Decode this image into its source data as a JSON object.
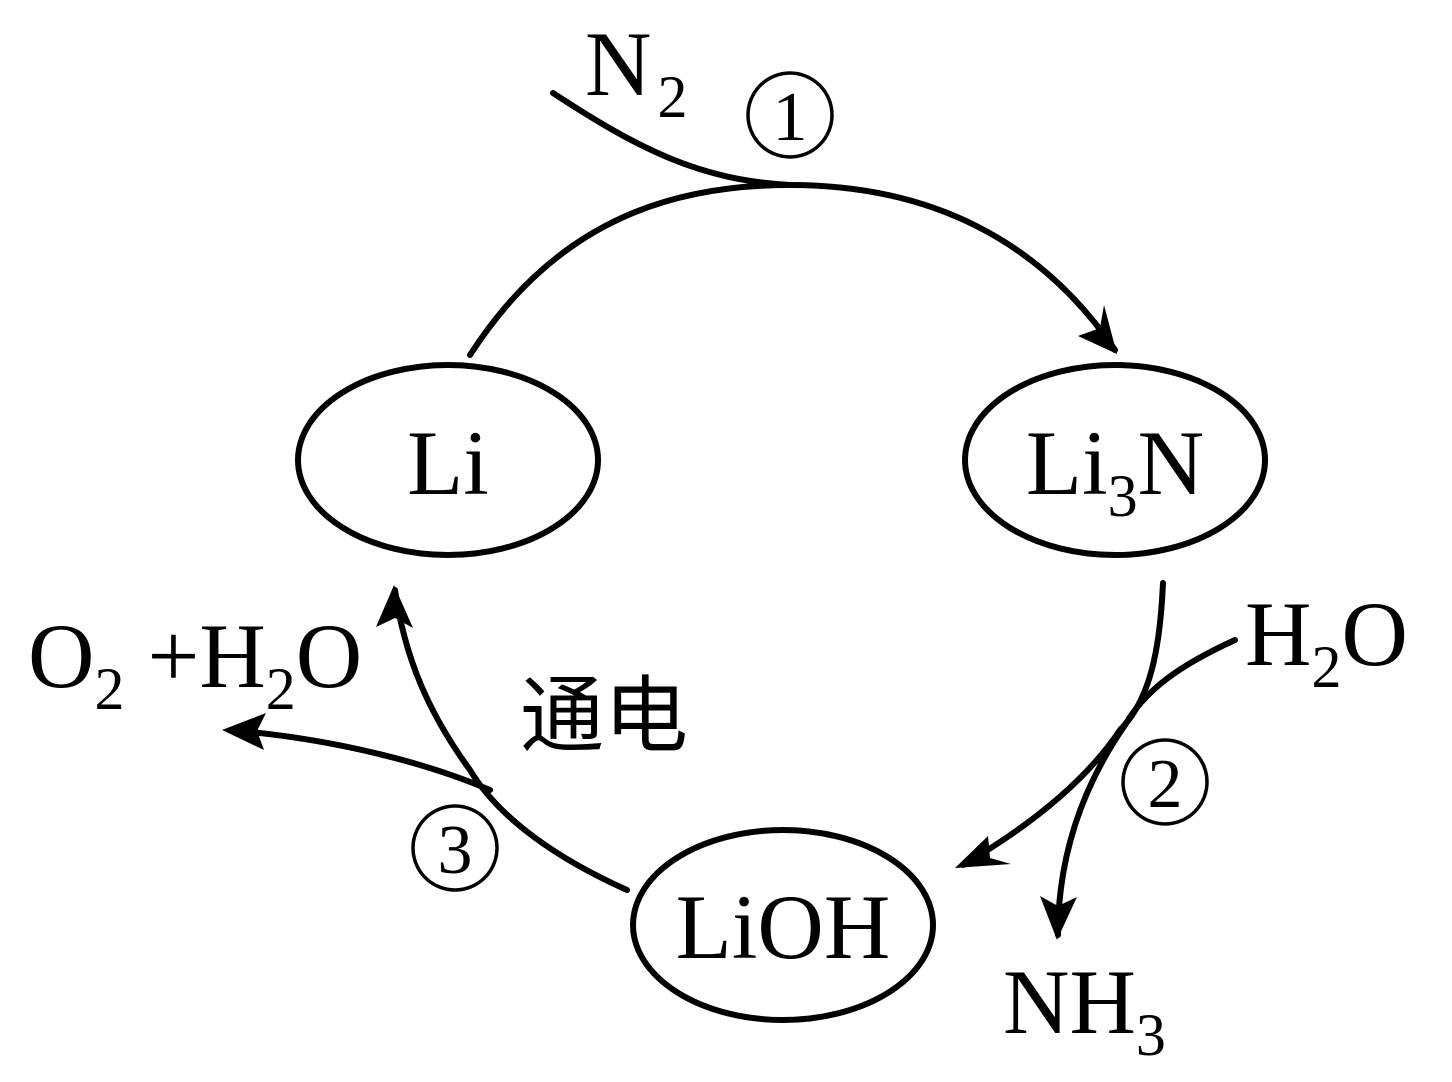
{
  "nodes": {
    "li": {
      "base": "Li"
    },
    "li3n": {
      "base_a": "Li",
      "sub": "3",
      "base_b": "N"
    },
    "lioh": {
      "base": "LiOH"
    }
  },
  "reagents": {
    "n2": {
      "base": "N",
      "sub": "2"
    },
    "h2o": {
      "base_a": "H",
      "sub": "2",
      "base_b": "O"
    },
    "nh3": {
      "base": "NH",
      "sub": "3"
    },
    "o2h2o": {
      "a": "O",
      "sub1": "2",
      "b": " +H",
      "sub2": "2",
      "c": "O"
    }
  },
  "condition": "通电",
  "steps": [
    "1",
    "2",
    "3"
  ]
}
